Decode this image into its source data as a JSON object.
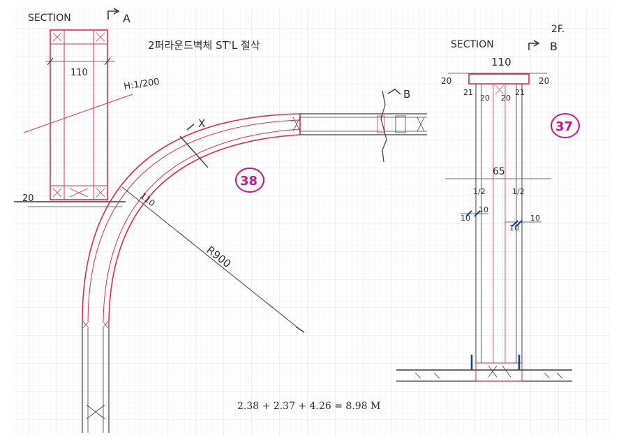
{
  "section_a": {
    "title": "SECTION",
    "marker": "A",
    "width_dim": "110",
    "scale": "H:1/200",
    "base_dim": "20"
  },
  "header_note": "2퍼라운드벽체 ST'L 절삭",
  "section_b": {
    "title": "SECTION",
    "marker": "B",
    "sheet_no": "2F.",
    "top_dim": "110",
    "flange_left": "20",
    "flange_right": "20",
    "web_dims": [
      "21",
      "20",
      "20",
      "21"
    ],
    "mid_dim": "65",
    "half_left": "1/2",
    "half_right": "1/2",
    "side_dims": [
      "10",
      "10",
      "10",
      "10"
    ]
  },
  "plan": {
    "cut_marker": "X",
    "cut_b": "B",
    "radius": "R900",
    "thickness": "110"
  },
  "tags": [
    "38",
    "37"
  ],
  "formula": "2.38 + 2.37 + 4.26 = 8.98 M",
  "colors": {
    "red_line": "#d4304f",
    "ink": "#3a3a3a",
    "tag": "#c2178a",
    "blue": "#1d3f9a",
    "grid": "#dfe4e6"
  }
}
